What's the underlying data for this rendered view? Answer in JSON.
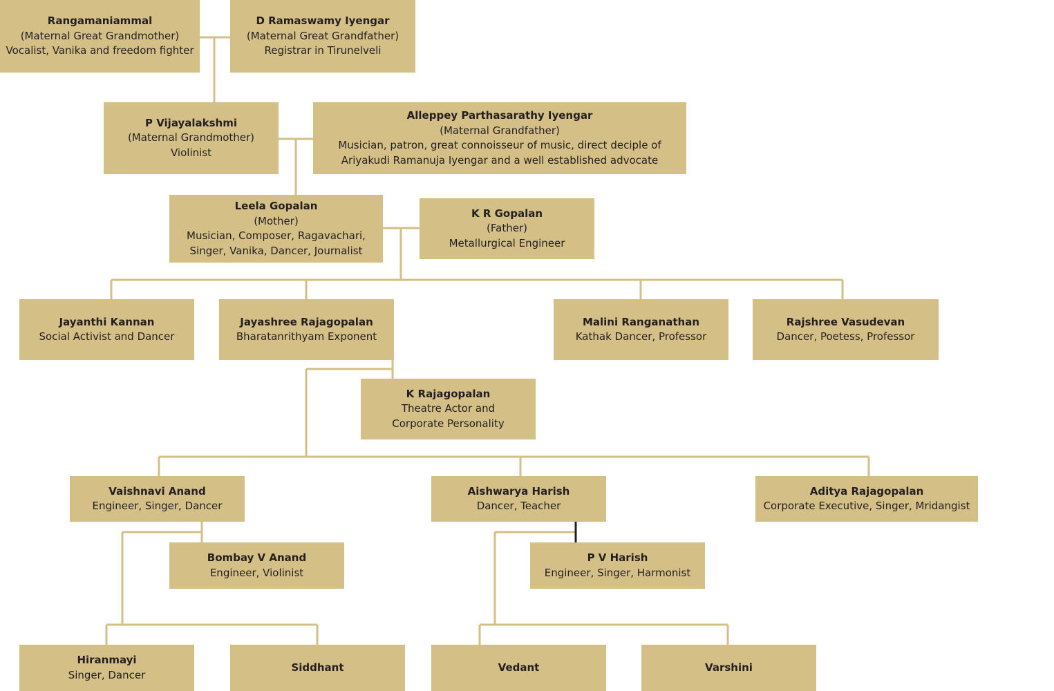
{
  "people": {
    "rangamaniammal": {
      "name": "Rangamaniammal",
      "lines": [
        "(Maternal Great Grandmother)",
        "Vocalist, Vanika and freedom fighter"
      ]
    },
    "ramaswamy": {
      "name": "D Ramaswamy Iyengar",
      "lines": [
        "(Maternal Great Grandfather)",
        "Registrar in Tirunelveli"
      ]
    },
    "vijayalakshmi": {
      "name": "P Vijayalakshmi",
      "lines": [
        "(Maternal Grandmother)",
        "Violinist"
      ]
    },
    "parthasarathy": {
      "name": "Alleppey Parthasarathy Iyengar",
      "lines": [
        "(Maternal Grandfather)",
        "Musician, patron, great connoisseur of music, direct deciple of",
        "Ariyakudi Ramanuja Iyengar and a well established advocate"
      ]
    },
    "leela": {
      "name": "Leela Gopalan",
      "lines": [
        "(Mother)",
        "Musician, Composer, Ragavachari,",
        "Singer, Vanika, Dancer, Journalist"
      ]
    },
    "krgopalan": {
      "name": "K R Gopalan",
      "lines": [
        "(Father)",
        "Metallurgical Engineer"
      ]
    },
    "jayanthi": {
      "name": "Jayanthi Kannan",
      "lines": [
        "Social Activist and Dancer"
      ]
    },
    "jayashree": {
      "name": "Jayashree Rajagopalan",
      "lines": [
        "Bharatanrithyam Exponent"
      ]
    },
    "malini": {
      "name": "Malini Ranganathan",
      "lines": [
        "Kathak Dancer, Professor"
      ]
    },
    "rajshree": {
      "name": "Rajshree Vasudevan",
      "lines": [
        "Dancer, Poetess, Professor"
      ]
    },
    "krajagopalan": {
      "name": "K Rajagopalan",
      "lines": [
        "Theatre Actor and",
        "Corporate Personality"
      ]
    },
    "vaishnavi": {
      "name": "Vaishnavi Anand",
      "lines": [
        "Engineer, Singer, Dancer"
      ]
    },
    "aishwarya": {
      "name": "Aishwarya Harish",
      "lines": [
        "Dancer, Teacher"
      ]
    },
    "aditya": {
      "name": "Aditya Rajagopalan",
      "lines": [
        "Corporate Executive, Singer, Mridangist"
      ]
    },
    "bombay": {
      "name": "Bombay V Anand",
      "lines": [
        "Engineer, Violinist"
      ]
    },
    "pvharish": {
      "name": "P V Harish",
      "lines": [
        "Engineer, Singer, Harmonist"
      ]
    },
    "hiranmayi": {
      "name": "Hiranmayi",
      "lines": [
        "Singer, Dancer"
      ]
    },
    "siddhant": {
      "name": "Siddhant",
      "lines": []
    },
    "vedant": {
      "name": "Vedant",
      "lines": []
    },
    "varshini": {
      "name": "Varshini",
      "lines": []
    }
  },
  "colors": {
    "box": "#d4bf87",
    "connector": "#d4bf87",
    "spouse_link_dark": "#231f20"
  }
}
